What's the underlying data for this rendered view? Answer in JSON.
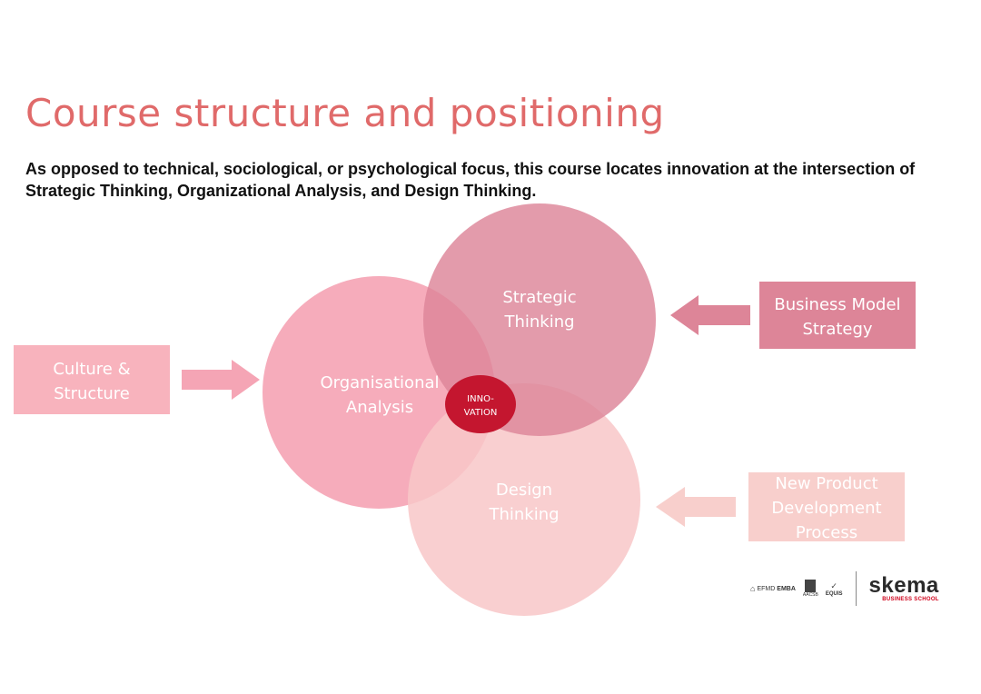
{
  "slide": {
    "title": "Course structure and positioning",
    "subtitle": "As opposed to technical, sociological, or psychological focus, this course locates innovation at the intersection of Strategic Thinking, Organizational Analysis, and Design Thinking."
  },
  "circles": {
    "organisational": {
      "line1": "Organisational",
      "line2": "Analysis",
      "color": "#f5a5b5"
    },
    "strategic": {
      "line1": "Strategic",
      "line2": "Thinking",
      "color": "#dd8598"
    },
    "design": {
      "line1": "Design",
      "line2": "Thinking",
      "color": "#f8c7c8"
    },
    "innovation": {
      "line1": "INNO-",
      "line2": "VATION",
      "color": "#c4162f"
    }
  },
  "boxes": {
    "culture": {
      "line1": "Culture &",
      "line2": "Structure",
      "color": "#f8b3bd"
    },
    "business": {
      "line1": "Business Model",
      "line2": "Strategy",
      "color": "#dd8598"
    },
    "product": {
      "line1": "New Product",
      "line2": "Development",
      "line3": "Process",
      "color": "#f8cfcc"
    }
  },
  "logos": {
    "efmd_label": "EFMD",
    "emba_label": "EMBA",
    "aacsb_label": "AACSB",
    "equis_label": "EQUIS",
    "skema_word": "skema",
    "skema_sub": "BUSINESS SCHOOL"
  }
}
